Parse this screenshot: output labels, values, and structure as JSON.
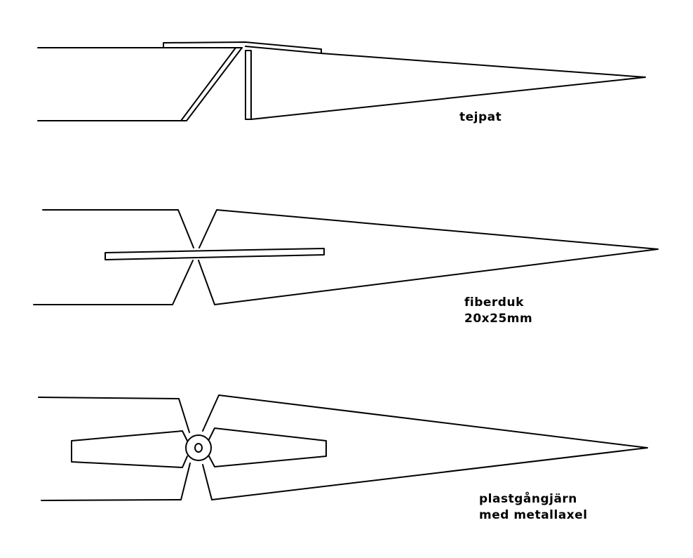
{
  "labels": {
    "taped": "tejpat",
    "fiber_line1": "fiberduk",
    "fiber_line2": "20x25mm",
    "hinge_line1": "plastgångjärn",
    "hinge_line2": "med metallaxel"
  },
  "colors": {
    "stroke": "#000000",
    "background": "#ffffff"
  }
}
